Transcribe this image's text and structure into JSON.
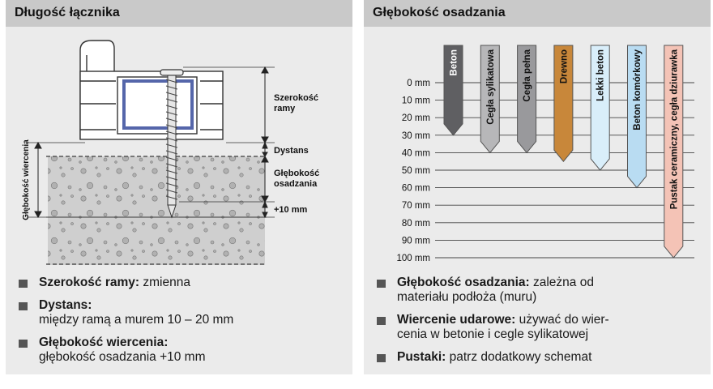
{
  "left_panel": {
    "title": "Długość łącznika",
    "labels": {
      "frame_width": [
        "Szerokość",
        "ramy"
      ],
      "gap": "Dystans",
      "embed_depth": [
        "Głębokość",
        "osadzania"
      ],
      "plus10": "+10 mm",
      "drill_depth": "Głębokość wiercenia"
    },
    "bullets": [
      {
        "bold": "Szerokość ramy:",
        "lines": [
          " zmienna"
        ]
      },
      {
        "bold": "Dystans:",
        "lines": [
          "",
          "między ramą a murem 10 – 20 mm"
        ]
      },
      {
        "bold": "Głębokość wiercenia:",
        "lines": [
          "",
          "głębokość osadzania +10 mm"
        ]
      }
    ]
  },
  "right_panel": {
    "title": "Głębokość osadzania",
    "depth_ticks": [
      "0 mm",
      "10 mm",
      "20 mm",
      "30 mm",
      "40 mm",
      "50 mm",
      "60 mm",
      "70 mm",
      "80 mm",
      "90 mm",
      "100 mm"
    ],
    "materials": [
      {
        "name": "Beton",
        "depth_mm": 30,
        "color": "#5f5f62",
        "text_color": "#ffffff"
      },
      {
        "name": "Cegła sylikatowa",
        "depth_mm": 40,
        "color": "#b7b7b9",
        "text_color": "#111111"
      },
      {
        "name": "Cegła pełna",
        "depth_mm": 40,
        "color": "#99999c",
        "text_color": "#111111"
      },
      {
        "name": "Drewno",
        "depth_mm": 45,
        "color": "#c8873a",
        "text_color": "#111111"
      },
      {
        "name": "Lekki beton",
        "depth_mm": 50,
        "color": "#d9eefa",
        "text_color": "#111111"
      },
      {
        "name": "Beton komórkowy",
        "depth_mm": 60,
        "color": "#b9dcf2",
        "text_color": "#111111"
      },
      {
        "name": "Pustak ceramiczny, cegła dziurawka",
        "depth_mm": 100,
        "color": "#f4c3b6",
        "text_color": "#111111"
      }
    ],
    "bullets": [
      {
        "bold": "Głębokość osadzania:",
        "lines": [
          " zależna od",
          "materiału podłoża (muru)"
        ]
      },
      {
        "bold": "Wiercenie udarowe:",
        "lines": [
          " używać do wier-",
          "cenia w betonie i cegle sylikatowej"
        ]
      },
      {
        "bold": "Pustaki:",
        "lines": [
          " patrz dodatkowy schemat"
        ]
      }
    ]
  }
}
